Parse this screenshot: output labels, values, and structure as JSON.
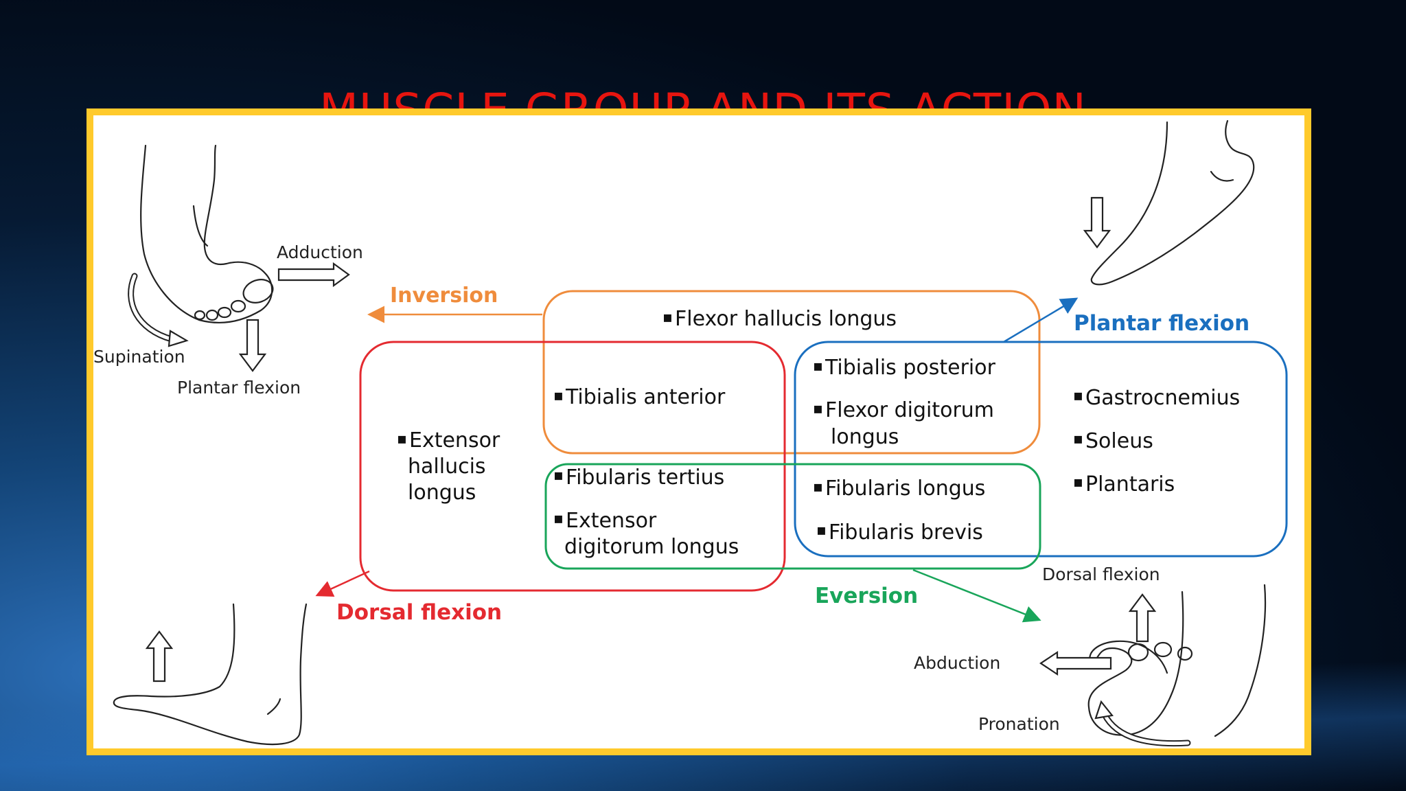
{
  "title": "MUSCLE GROUP AND ITS ACTION",
  "colors": {
    "title": "#e6150f",
    "frame": "#ffca2c",
    "inversion": "#ef8c3c",
    "plantar_flexion": "#1a6fbf",
    "dorsal_flexion": "#e42a30",
    "eversion": "#19a55a"
  },
  "actions": {
    "inversion": "Inversion",
    "plantar_flexion": "Plantar flexion",
    "dorsal_flexion": "Dorsal flexion",
    "eversion": "Eversion"
  },
  "foot_labels": {
    "adduction": "Adduction",
    "supination": "Supination",
    "plantar_flexion_small": "Plantar flexion",
    "dorsal_flexion_small": "Dorsal flexion",
    "abduction": "Abduction",
    "pronation": "Pronation"
  },
  "muscles": {
    "flexor_hallucis_longus": "Flexor hallucis longus",
    "tibialis_anterior": "Tibialis anterior",
    "tibialis_posterior": "Tibialis posterior",
    "flexor_digitorum_longus_1": "Flexor digitorum",
    "flexor_digitorum_longus_2": "longus",
    "extensor_hallucis_longus_1": "Extensor",
    "extensor_hallucis_longus_2": "hallucis",
    "extensor_hallucis_longus_3": "longus",
    "fibularis_tertius": "Fibularis tertius",
    "extensor_digitorum_longus_1": "Extensor",
    "extensor_digitorum_longus_2": "digitorum longus",
    "fibularis_longus": "Fibularis longus",
    "fibularis_brevis": "Fibularis brevis",
    "gastrocnemius": "Gastrocnemius",
    "soleus": "Soleus",
    "plantaris": "Plantaris"
  }
}
